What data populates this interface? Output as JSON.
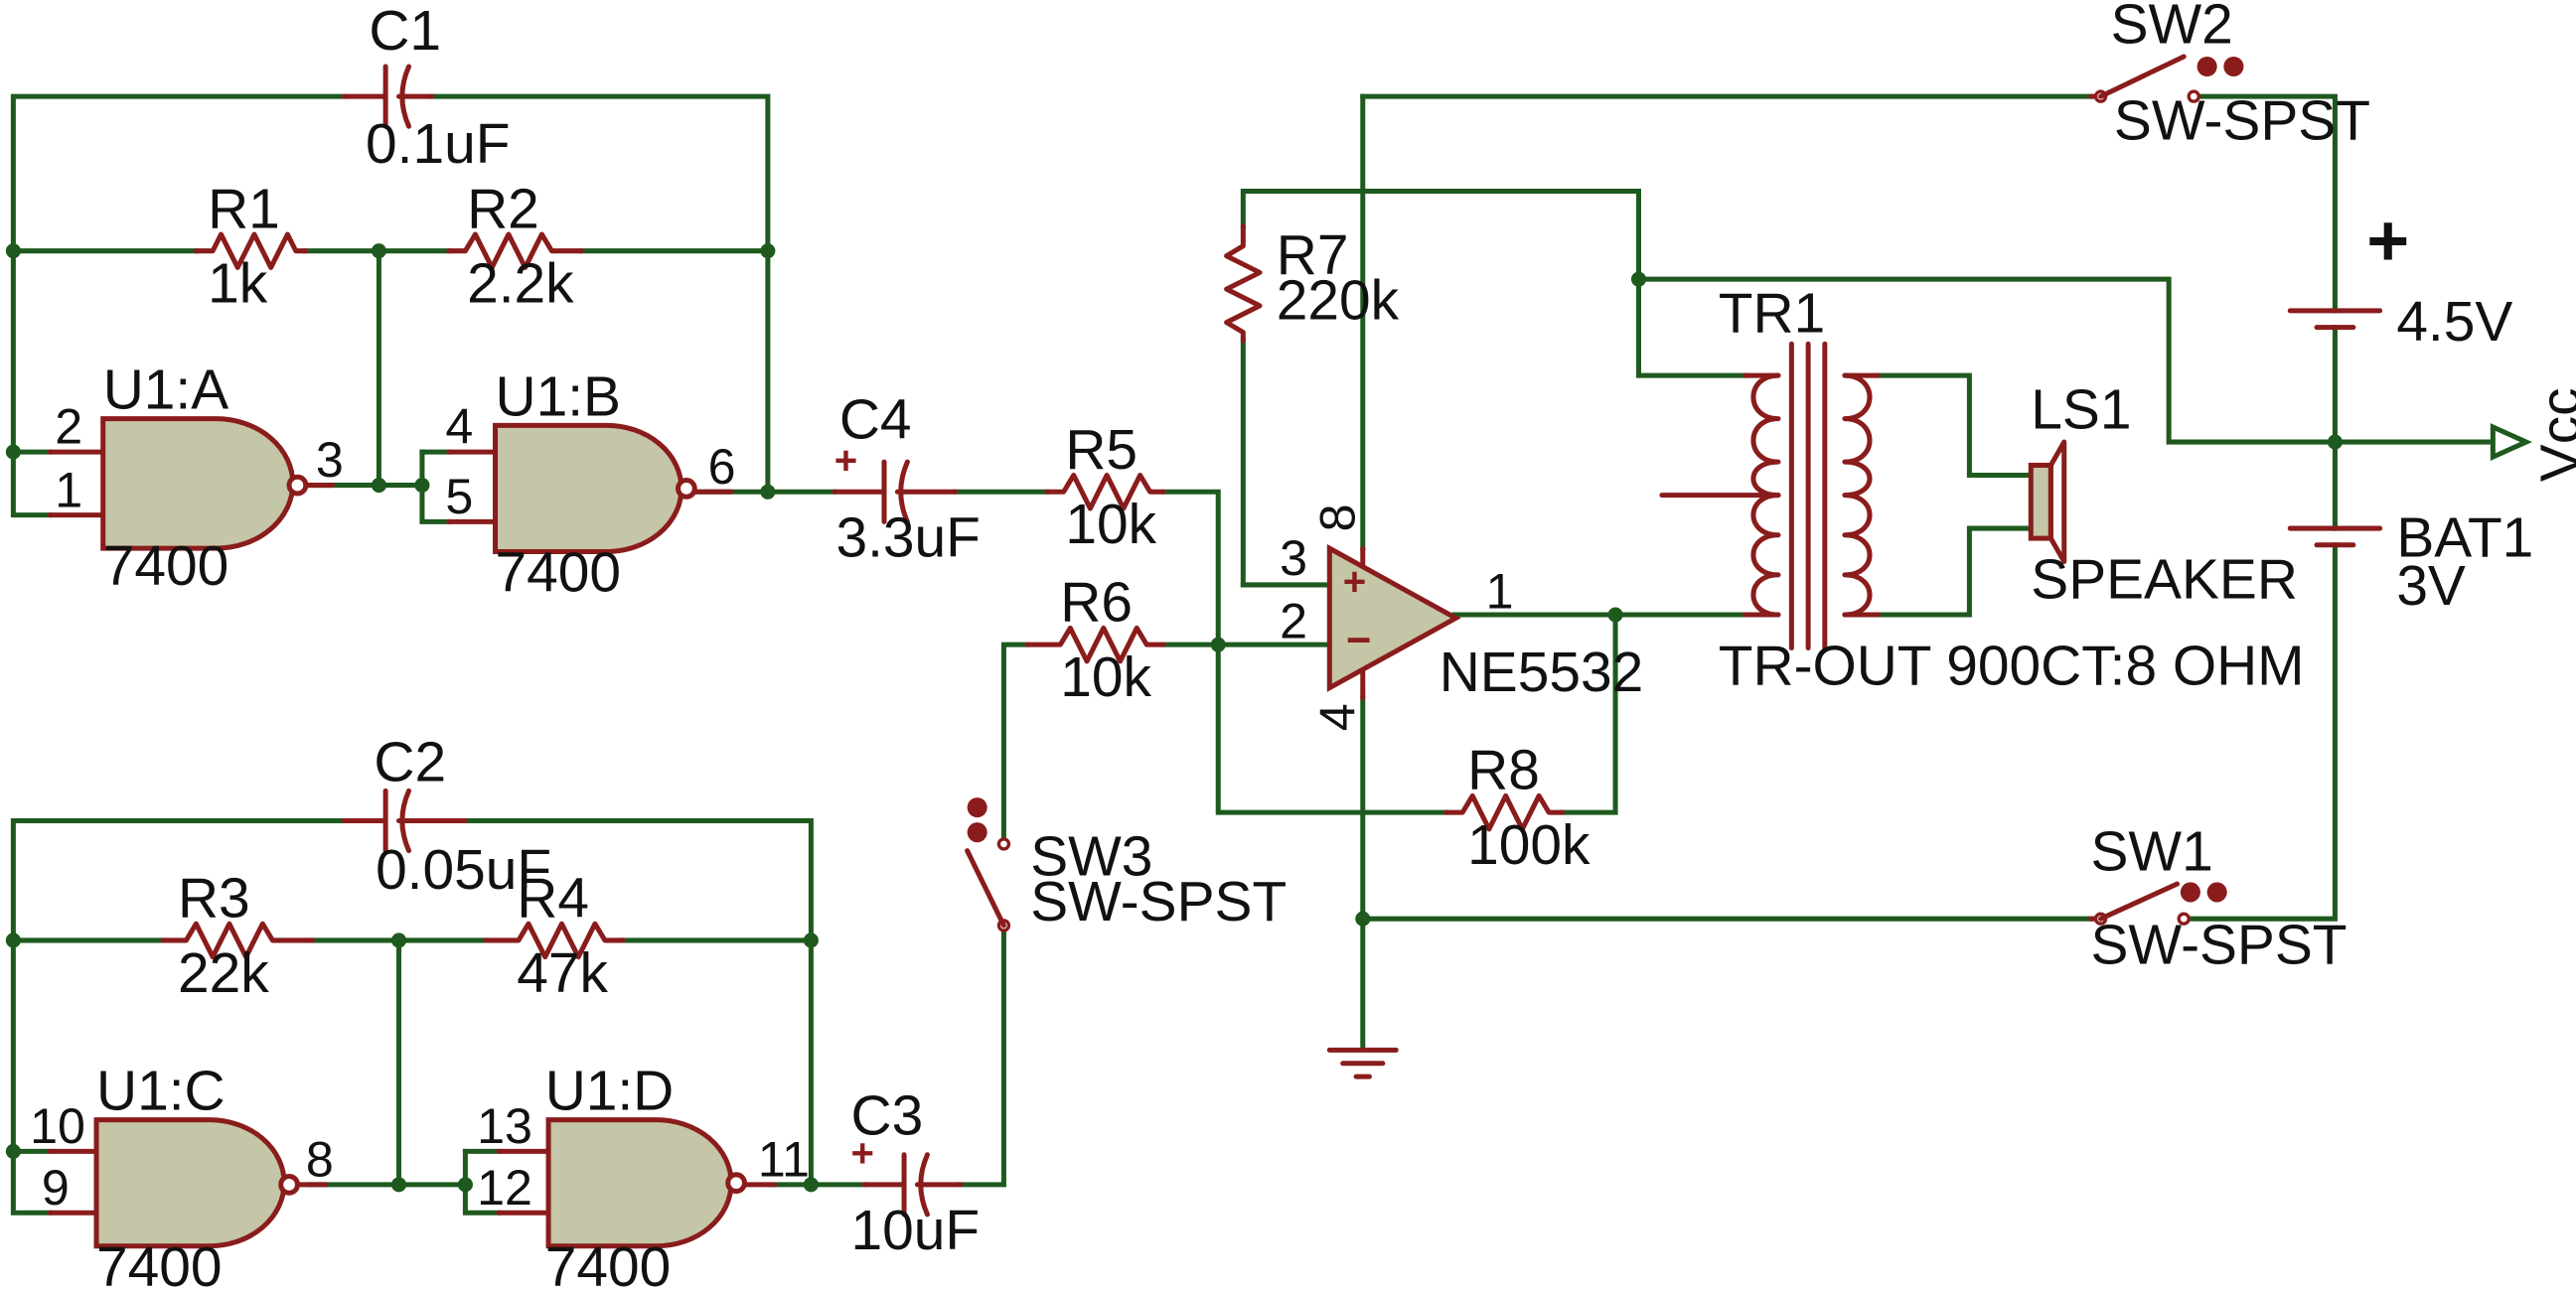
{
  "colors": {
    "wire": "#1e5a1e",
    "component": "#8a1c1c",
    "gate_fill": "#c5c5a7",
    "text": "#111111"
  },
  "components": {
    "c1": {
      "ref": "C1",
      "value": "0.1uF"
    },
    "c2": {
      "ref": "C2",
      "value": "0.05uF"
    },
    "c3": {
      "ref": "C3",
      "value": "10uF"
    },
    "c4": {
      "ref": "C4",
      "value": "3.3uF"
    },
    "r1": {
      "ref": "R1",
      "value": "1k"
    },
    "r2": {
      "ref": "R2",
      "value": "2.2k"
    },
    "r3": {
      "ref": "R3",
      "value": "22k"
    },
    "r4": {
      "ref": "R4",
      "value": "47k"
    },
    "r5": {
      "ref": "R5",
      "value": "10k"
    },
    "r6": {
      "ref": "R6",
      "value": "10k"
    },
    "r7": {
      "ref": "R7",
      "value": "220k"
    },
    "r8": {
      "ref": "R8",
      "value": "100k"
    },
    "u1a": {
      "ref": "U1:A",
      "part": "7400",
      "pin_in1": "2",
      "pin_in2": "1",
      "pin_out": "3"
    },
    "u1b": {
      "ref": "U1:B",
      "part": "7400",
      "pin_in1": "4",
      "pin_in2": "5",
      "pin_out": "6"
    },
    "u1c": {
      "ref": "U1:C",
      "part": "7400",
      "pin_in1": "10",
      "pin_in2": "9",
      "pin_out": "8"
    },
    "u1d": {
      "ref": "U1:D",
      "part": "7400",
      "pin_in1": "13",
      "pin_in2": "12",
      "pin_out": "11"
    },
    "opamp": {
      "part": "NE5532",
      "pin_plus": "3",
      "pin_minus": "2",
      "pin_out": "1",
      "pin_vcc": "8",
      "pin_gnd": "4"
    },
    "tr1": {
      "ref": "TR1",
      "value": "TR-OUT 900CT:8 OHM"
    },
    "ls1": {
      "ref": "LS1",
      "value": "SPEAKER"
    },
    "sw1": {
      "ref": "SW1",
      "value": "SW-SPST"
    },
    "sw2": {
      "ref": "SW2",
      "value": "SW-SPST"
    },
    "sw3": {
      "ref": "SW3",
      "value": "SW-SPST"
    },
    "bat_top": {
      "value": "4.5V"
    },
    "bat1": {
      "ref": "BAT1",
      "value": "3V"
    },
    "vcc": {
      "label": "Vcc"
    }
  }
}
